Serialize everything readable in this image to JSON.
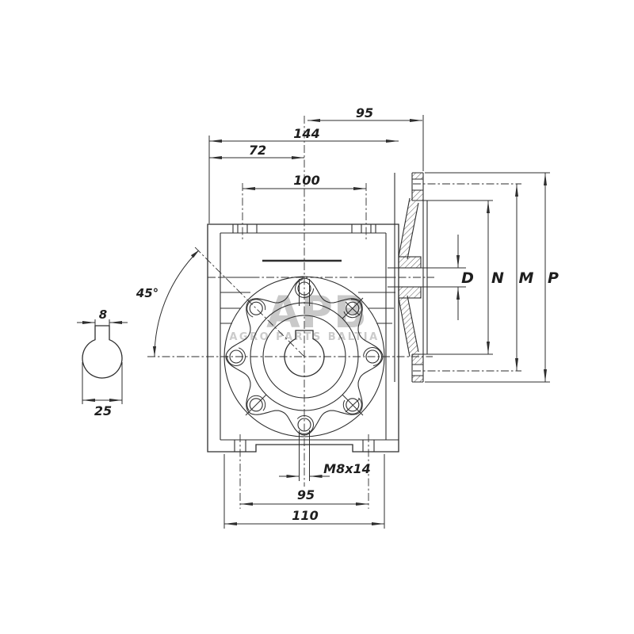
{
  "watermark": {
    "title": "APB",
    "subtitle": "AGRO PARTS BALTIA"
  },
  "dimensions": {
    "input_face_offset": "95",
    "overall_width": "144",
    "center_offset": "72",
    "top_hole_spacing": "100",
    "bolt_angle": "45°",
    "key_width": "8",
    "shaft_diameter": "25",
    "thread_callout": "M8x14",
    "bottom_hole_spacing": "95",
    "foot_width": "110",
    "bore_label": "D",
    "spigot_label": "N",
    "bolt_circle_label": "M",
    "flange_od_label": "P"
  },
  "colors": {
    "line": "#2e2e2e",
    "watermark": "#c9c9c9",
    "background": "#ffffff"
  }
}
